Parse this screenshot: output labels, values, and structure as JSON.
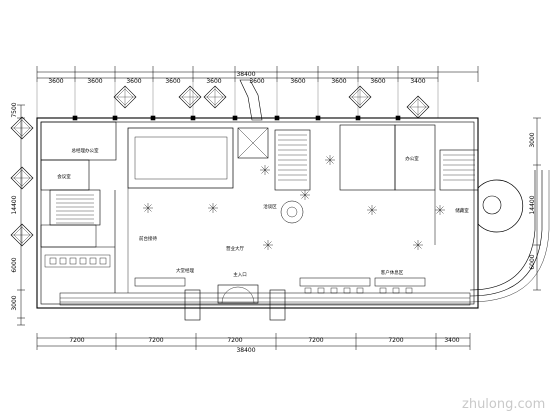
{
  "dimensions": {
    "top_total": "38400",
    "top_segments": [
      "3600",
      "3600",
      "3600",
      "3600",
      "3600",
      "3600",
      "3600",
      "3600",
      "3600",
      "3400"
    ],
    "bottom_total": "38400",
    "bottom_segments": [
      "7200",
      "7200",
      "7200",
      "7200",
      "7200",
      "3400"
    ],
    "left_segments": [
      "7500",
      "14400",
      "6000",
      "3000"
    ],
    "right_segments": [
      "3000",
      "14400",
      "6000"
    ]
  },
  "room_labels": [
    "总经理办公室",
    "会议室",
    "前台接待",
    "营业大厅",
    "洽谈区",
    "客户休息区",
    "主入口",
    "大堂经理",
    "储藏室",
    "办公室"
  ],
  "watermark": "zhulong.com"
}
